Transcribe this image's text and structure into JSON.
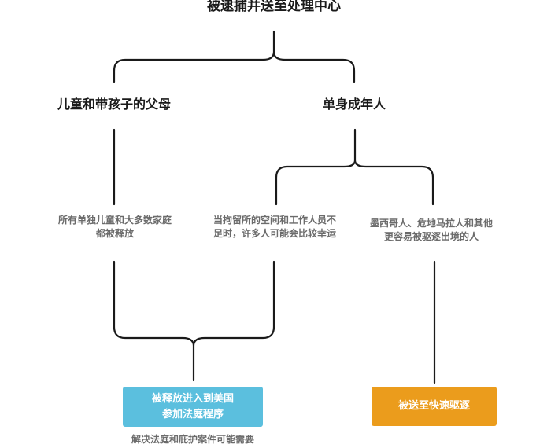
{
  "colors": {
    "line": "#1a1a1a",
    "note_text": "#6b6b6b",
    "release_box": "#5bbfde",
    "deport_box": "#eb9c1c",
    "box_text": "#ffffff"
  },
  "diagram": {
    "root": {
      "text": "被逮捕并送至处理中心"
    },
    "families": {
      "text": "儿童和带孩子的父母"
    },
    "single_adults": {
      "text": "单身成年人"
    },
    "notes": {
      "families_released": {
        "line1": "所有单独儿童和大多数家庭",
        "line2": "都被释放"
      },
      "detention_space": {
        "line1": "当拘留所的空间和工作人员不",
        "line2": "足时，许多人可能会比较幸运"
      },
      "mexicans": {
        "line1": "墨西哥人、危地马拉人和其他",
        "line2": "更容易被驱逐出境的人"
      }
    },
    "outcomes": {
      "released": {
        "line1": "被释放进入到美国",
        "line2": "参加法庭程序"
      },
      "deported": {
        "text": "被送至快速驱逐"
      }
    },
    "footnote": {
      "text": "解决法庭和庇护案件可能需要"
    }
  }
}
